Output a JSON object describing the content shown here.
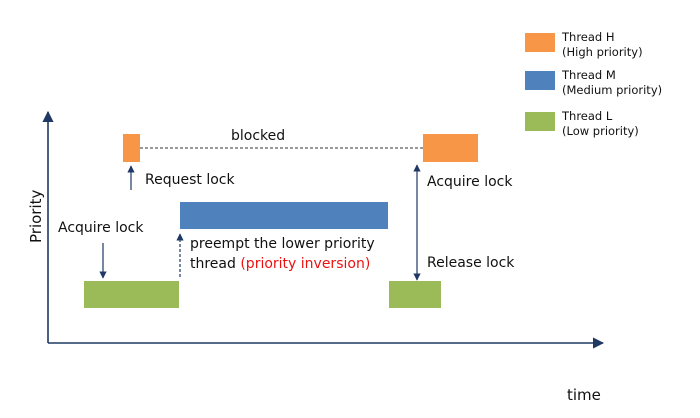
{
  "axes": {
    "y_label": "Priority",
    "x_label": "time"
  },
  "legend": [
    {
      "name": "Thread H",
      "desc": "(High priority)",
      "color": "#f79646"
    },
    {
      "name": "Thread M",
      "desc": "(Medium priority)",
      "color": "#4f81bd"
    },
    {
      "name": "Thread L",
      "desc": "(Low priority)",
      "color": "#9bbb59"
    }
  ],
  "annotations": {
    "blocked": "blocked",
    "request_lock": "Request lock",
    "acquire_lock_h": "Acquire lock",
    "acquire_lock_l": "Acquire lock",
    "release_lock": "Release lock",
    "preempt_line1": "preempt the lower priority",
    "preempt_line2_prefix": "thread ",
    "preempt_line2_highlight": "(priority inversion)"
  },
  "colors": {
    "axis": "#1f3864",
    "arrow": "#1f3864",
    "highlight": "#ee1111"
  }
}
